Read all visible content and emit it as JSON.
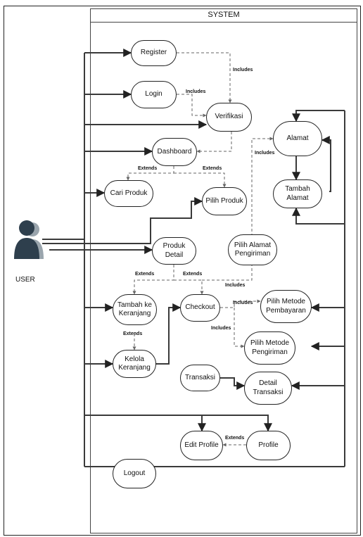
{
  "system": {
    "title": "SYSTEM"
  },
  "actor": {
    "name": "USER"
  },
  "use_cases": {
    "register": "Register",
    "login": "Login",
    "verifikasi": "Verifikasi",
    "dashboard": "Dashboard",
    "cari_produk": "Cari Produk",
    "pilih_produk": "Pilih Produk",
    "alamat": "Alamat",
    "tambah_alamat": "Tambah\nAlamat",
    "pilih_alamat": "Pilih Alamat\nPengiriman",
    "produk_detail": "Produk Detail",
    "tambah_keranjang": "Tambah ke\nKeranjang",
    "checkout": "Checkout",
    "pilih_pembayaran": "Pilih Metode\nPembayaran",
    "pilih_pengiriman": "Pilih Metode\nPengiriman",
    "kelola_keranjang": "Kelola\nKeranjang",
    "transaksi": "Transaksi",
    "detail_transaksi": "Detail\nTransaksi",
    "edit_profile": "Edit Profile",
    "profile": "Profile",
    "logout": "Logout"
  },
  "relations": {
    "includes": "Includes",
    "extends": "Extends"
  }
}
